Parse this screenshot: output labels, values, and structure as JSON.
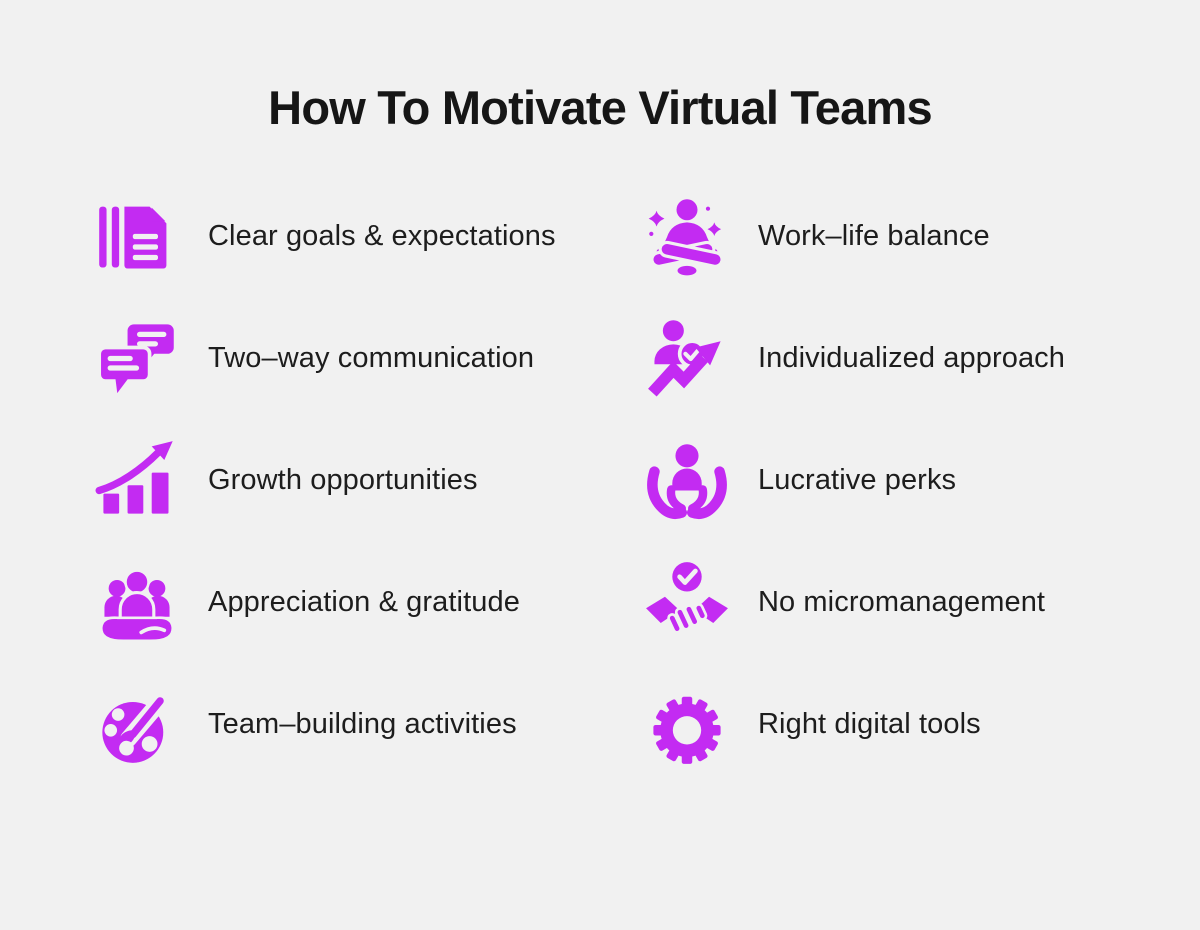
{
  "theme": {
    "background_color": "#f1f1f1",
    "accent_color": "#c32bf2",
    "title_color": "#161616",
    "label_color": "#1d1d1d"
  },
  "header": {
    "title": "How To Motivate Virtual Teams"
  },
  "items": {
    "left": [
      {
        "label": "Clear goals & expectations",
        "icon": "documents-icon"
      },
      {
        "label": "Two–way communication",
        "icon": "chat-bubbles-icon"
      },
      {
        "label": "Growth opportunities",
        "icon": "growth-chart-icon"
      },
      {
        "label": "Appreciation & gratitude",
        "icon": "team-in-hand-icon"
      },
      {
        "label": "Team–building activities",
        "icon": "paint-palette-icon"
      }
    ],
    "right": [
      {
        "label": "Work–life balance",
        "icon": "meditation-icon"
      },
      {
        "label": "Individualized approach",
        "icon": "person-check-arrow-icon"
      },
      {
        "label": "Lucrative perks",
        "icon": "hands-holding-person-icon"
      },
      {
        "label": "No micromanagement",
        "icon": "handshake-check-icon"
      },
      {
        "label": "Right digital tools",
        "icon": "gear-icon"
      }
    ]
  }
}
